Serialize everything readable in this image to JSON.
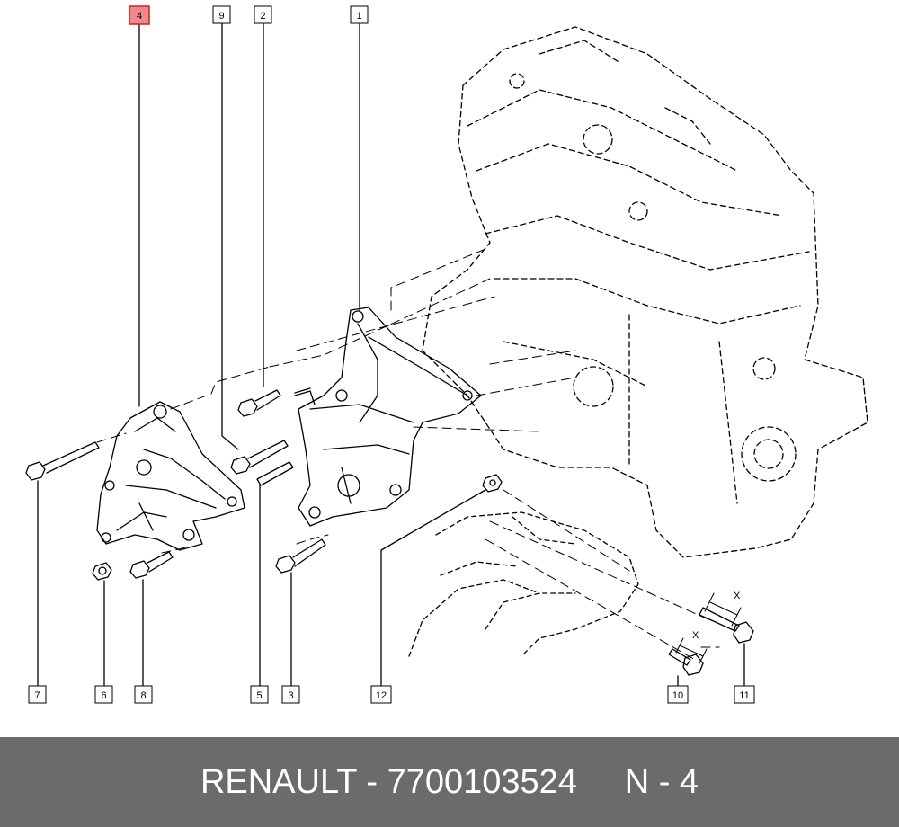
{
  "callouts": [
    {
      "label": "4",
      "highlight": true
    },
    {
      "label": "9"
    },
    {
      "label": "2"
    },
    {
      "label": "1"
    },
    {
      "label": "7"
    },
    {
      "label": "6"
    },
    {
      "label": "8"
    },
    {
      "label": "5"
    },
    {
      "label": "3"
    },
    {
      "label": "12"
    },
    {
      "label": "10"
    },
    {
      "label": "11"
    }
  ],
  "dimension_labels": [
    "X",
    "X"
  ],
  "footer": {
    "text": "RENAULT - 7700103524     N - 4"
  },
  "colors": {
    "highlight_fill": "#f08a8a",
    "highlight_stroke": "#cc2222",
    "footer_bg": "#6b6b6b",
    "footer_text": "#ffffff"
  }
}
